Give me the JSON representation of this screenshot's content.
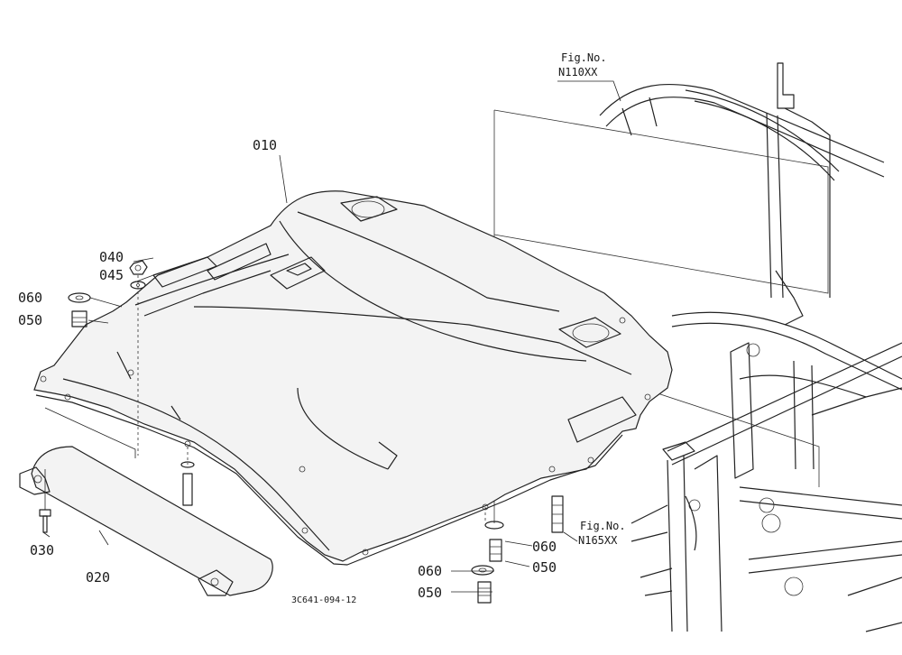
{
  "diagram": {
    "parts": [
      {
        "id": "p010",
        "number": "010"
      },
      {
        "id": "p020",
        "number": "020"
      },
      {
        "id": "p030",
        "number": "030"
      },
      {
        "id": "p040",
        "number": "040"
      },
      {
        "id": "p045",
        "number": "045"
      },
      {
        "id": "p050a",
        "number": "050"
      },
      {
        "id": "p060a",
        "number": "060"
      },
      {
        "id": "p060b",
        "number": "060"
      },
      {
        "id": "p050b",
        "number": "050"
      },
      {
        "id": "p060c",
        "number": "060"
      },
      {
        "id": "p050c",
        "number": "050"
      }
    ],
    "references": [
      {
        "label": "Fig.No.",
        "code": "N110XX"
      },
      {
        "label": "Fig.No.",
        "code": "N165XX"
      }
    ],
    "drawing_number": "3C641-094-12"
  }
}
